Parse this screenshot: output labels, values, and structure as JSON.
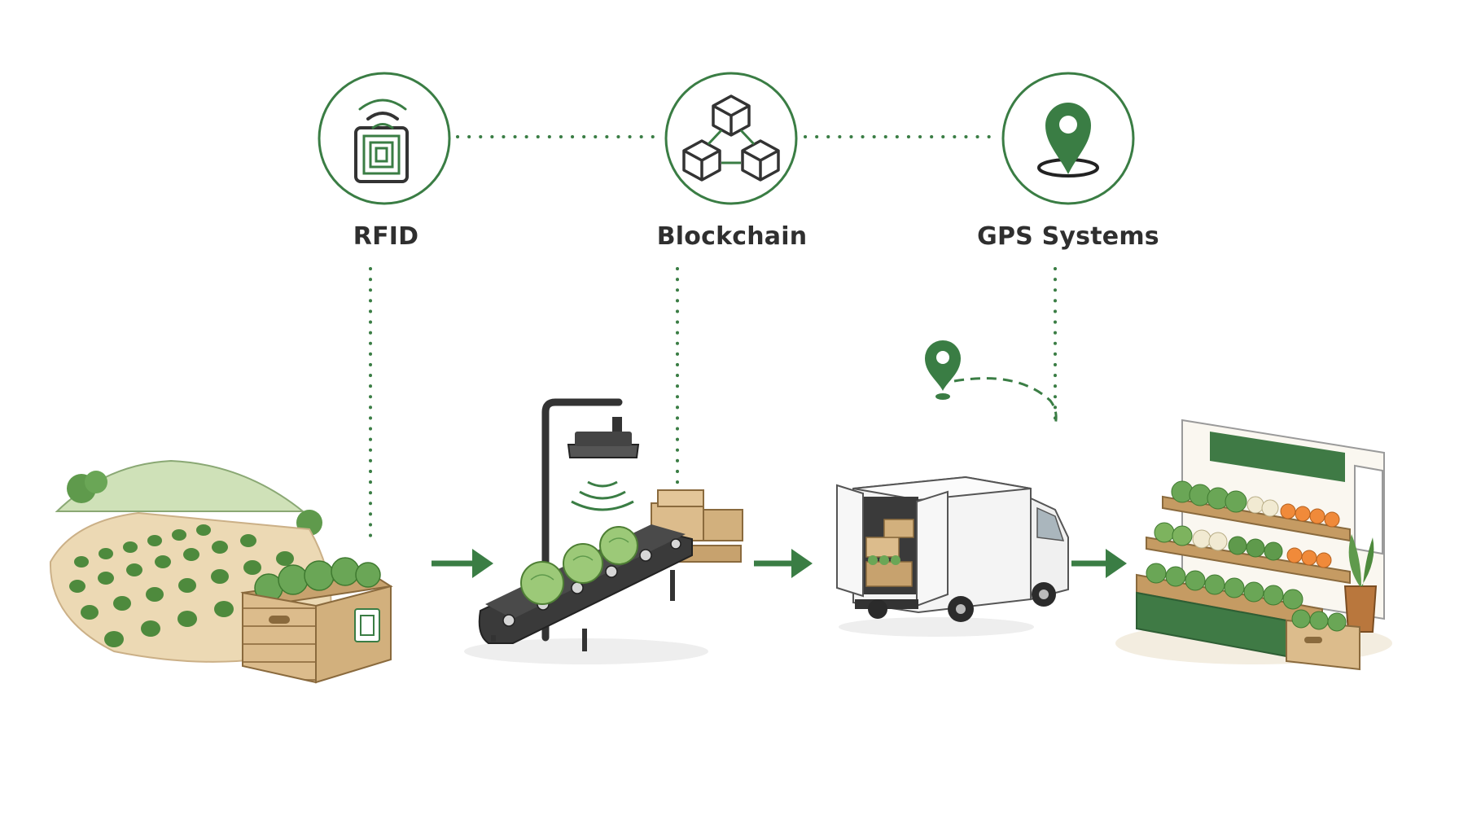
{
  "technologies": [
    {
      "id": "rfid",
      "label": "RFID",
      "icon": "rfid-tag-icon"
    },
    {
      "id": "blockchain",
      "label": "Blockchain",
      "icon": "blockchain-cubes-icon"
    },
    {
      "id": "gps",
      "label": "GPS Systems",
      "icon": "map-pin-icon"
    }
  ],
  "stages": [
    {
      "id": "farm",
      "icon": "farm-field-icon"
    },
    {
      "id": "processing",
      "icon": "conveyor-scanner-icon"
    },
    {
      "id": "transport",
      "icon": "delivery-truck-icon"
    },
    {
      "id": "retail",
      "icon": "produce-market-stand-icon"
    }
  ],
  "colors": {
    "accent": "#3a7d44",
    "accent_dark": "#2e6b38",
    "text": "#2f2f2f",
    "outline": "#333333",
    "wood": "#d9b98a",
    "leaf": "#5f9a4c"
  }
}
